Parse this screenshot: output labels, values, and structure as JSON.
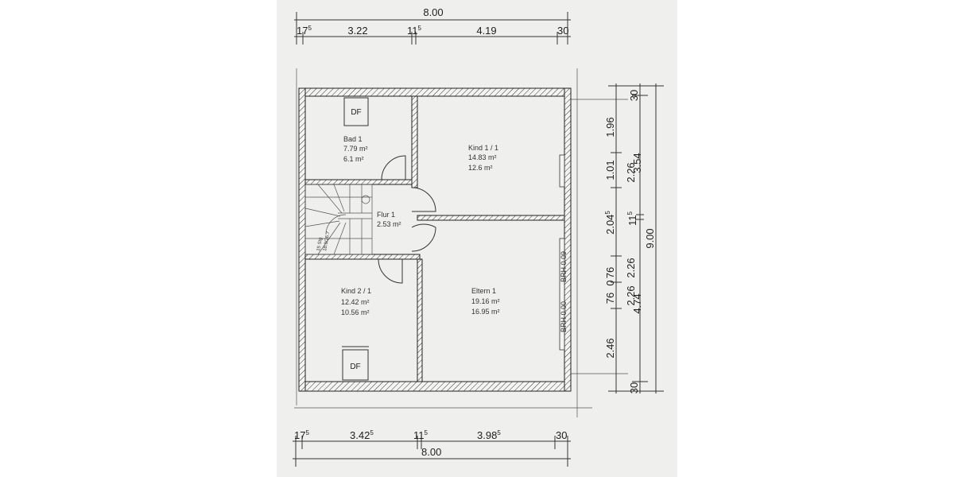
{
  "top_dimensions": {
    "total": "8.00",
    "segments": [
      "17",
      "3.22",
      "11",
      "4.19",
      "30"
    ],
    "superscripts": [
      "5",
      "5"
    ]
  },
  "bottom_dimensions": {
    "total": "8.00",
    "segments": [
      "17",
      "3.42",
      "11",
      "3.98",
      "30"
    ],
    "superscripts": [
      "5",
      "5",
      "5",
      "5"
    ]
  },
  "right_dimensions": {
    "total": "9.00",
    "segments": [
      "30",
      "1.96",
      "1.01",
      "2.04",
      "76",
      "0",
      "76",
      "2.46",
      "30"
    ],
    "inner": [
      "2.26",
      "3.54",
      "11",
      "2.26",
      "2.26",
      "4.74"
    ],
    "superscript": "5"
  },
  "rooms": [
    {
      "name": "Bad 1",
      "area_gross": "7.79 m²",
      "area_net": "6.1 m²"
    },
    {
      "name": "Kind 1 / 1",
      "area_gross": "14.83 m²",
      "area_net": "12.6 m²"
    },
    {
      "name": "Flur 1",
      "area_gross": "2.53 m²"
    },
    {
      "name": "Kind 2 / 1",
      "area_gross": "12.42 m²",
      "area_net": "10.56 m²"
    },
    {
      "name": "Eltern 1",
      "area_gross": "19.16 m²",
      "area_net": "16.95 m²"
    }
  ],
  "fixtures": {
    "skylight_1": "DF",
    "skylight_2": "DF"
  },
  "stair": {
    "steps": "15 Stg",
    "ratio": "18.9/26.7"
  },
  "window_labels": [
    "BRH 0.00",
    "BRH 0.09"
  ]
}
